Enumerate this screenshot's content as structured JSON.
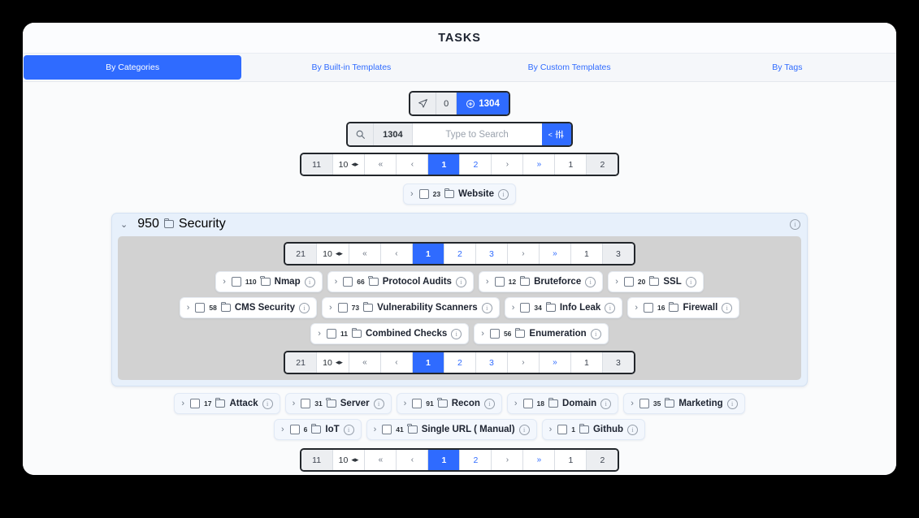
{
  "window": {
    "title": "TASKS"
  },
  "tabs": [
    {
      "label": "By Categories",
      "active": true
    },
    {
      "label": "By Built-in Templates",
      "active": false
    },
    {
      "label": "By Custom Templates",
      "active": false
    },
    {
      "label": "By Tags",
      "active": false
    }
  ],
  "counter": {
    "send_icon": "send-icon",
    "selected_count": "0",
    "plus_icon": "plus-circle-icon",
    "total_count": "1304"
  },
  "search": {
    "icon": "search-icon",
    "count": "1304",
    "placeholder": "Type to Search",
    "value": "",
    "filter_icon": "sliders-icon",
    "filter_chevron": "<"
  },
  "pager_top": {
    "total": "11",
    "page_size": "10",
    "first": "«",
    "prev": "‹",
    "pages": [
      "1",
      "2"
    ],
    "active_page": "1",
    "next": "›",
    "last": "»",
    "current_page": "1",
    "page_count": "2"
  },
  "pager_bottom": {
    "total": "11",
    "page_size": "10",
    "first": "«",
    "prev": "‹",
    "pages": [
      "1",
      "2"
    ],
    "active_page": "1",
    "next": "›",
    "last": "»",
    "current_page": "1",
    "page_count": "2"
  },
  "pager_security_top": {
    "total": "21",
    "page_size": "10",
    "first": "«",
    "prev": "‹",
    "pages": [
      "1",
      "2",
      "3"
    ],
    "active_page": "1",
    "next": "›",
    "last": "»",
    "current_page": "1",
    "page_count": "3"
  },
  "pager_security_bottom": {
    "total": "21",
    "page_size": "10",
    "first": "«",
    "prev": "‹",
    "pages": [
      "1",
      "2",
      "3"
    ],
    "active_page": "1",
    "next": "›",
    "last": "»",
    "current_page": "1",
    "page_count": "3"
  },
  "website_row": [
    {
      "count": "23",
      "label": "Website"
    }
  ],
  "security_group": {
    "count": "950",
    "label": "Security",
    "expanded": true,
    "rows": [
      [
        {
          "count": "110",
          "label": "Nmap"
        },
        {
          "count": "66",
          "label": "Protocol Audits"
        },
        {
          "count": "12",
          "label": "Bruteforce"
        },
        {
          "count": "20",
          "label": "SSL"
        }
      ],
      [
        {
          "count": "58",
          "label": "CMS Security"
        },
        {
          "count": "73",
          "label": "Vulnerability Scanners"
        },
        {
          "count": "34",
          "label": "Info Leak"
        },
        {
          "count": "16",
          "label": "Firewall"
        }
      ],
      [
        {
          "count": "11",
          "label": "Combined Checks"
        },
        {
          "count": "56",
          "label": "Enumeration"
        }
      ]
    ]
  },
  "category_rows": [
    [
      {
        "count": "17",
        "label": "Attack"
      },
      {
        "count": "31",
        "label": "Server"
      },
      {
        "count": "91",
        "label": "Recon"
      },
      {
        "count": "18",
        "label": "Domain"
      },
      {
        "count": "35",
        "label": "Marketing"
      }
    ],
    [
      {
        "count": "6",
        "label": "IoT"
      },
      {
        "count": "41",
        "label": "Single URL ( Manual)"
      },
      {
        "count": "1",
        "label": "Github"
      }
    ]
  ],
  "colors": {
    "accent": "#2f6bff",
    "panel_blue": "#e7f0fb",
    "panel_grey": "#d2d2d2",
    "chip_bg": "#f3f7fd",
    "body_bg": "#fafbfc"
  }
}
